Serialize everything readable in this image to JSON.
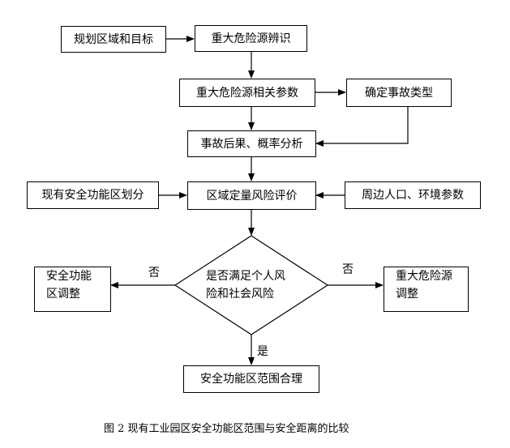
{
  "nodes": {
    "planning_area": "规划区域和目标",
    "hazard_identification": "重大危险源辨识",
    "hazard_parameters": "重大危险源相关参数",
    "accident_type": "确定事故类型",
    "consequence_analysis": "事故后果、概率分析",
    "existing_zones": "现有安全功能区划分",
    "risk_evaluation": "区域定量风险评价",
    "surroundings": "周边人口、环境参数",
    "decision_line1": "是否满足个人风",
    "decision_line2": "险和社会风险",
    "zone_adjust_line1": "安全功能",
    "zone_adjust_line2": "区调整",
    "hazard_adjust_line1": "重大危险源",
    "hazard_adjust_line2": "调整",
    "result": "安全功能区范围合理"
  },
  "edge_labels": {
    "no_left": "否",
    "no_right": "否",
    "yes_down": "是"
  },
  "caption": "图 2 现有工业园区安全功能区范围与安全距离的比较"
}
